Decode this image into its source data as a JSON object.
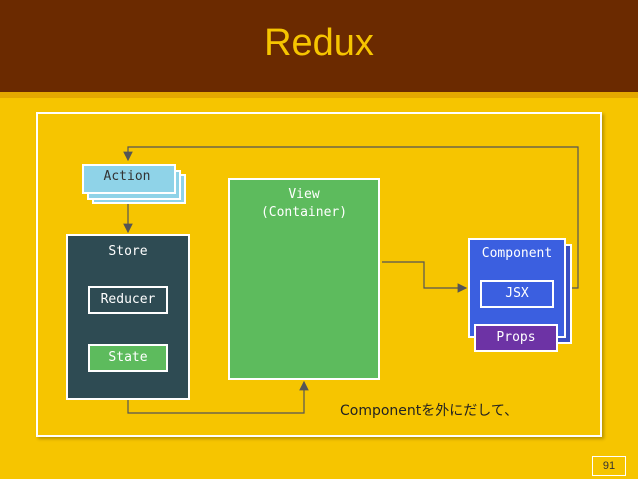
{
  "slide": {
    "title": "Redux",
    "caption": "Componentを外にだして、",
    "page_number": "91"
  },
  "diagram": {
    "action": "Action",
    "store": "Store",
    "reducer": "Reducer",
    "state": "State",
    "view_line1": "View",
    "view_line2": "(Container)",
    "component": "Component",
    "jsx": "JSX",
    "props": "Props"
  },
  "colors": {
    "background": "#f6c500",
    "header": "#6b2a00",
    "title": "#f6c500",
    "action": "#8fd3e8",
    "store": "#2e4b53",
    "state_view": "#5dbb5d",
    "component": "#3b5fe0",
    "props": "#6d33a5"
  }
}
